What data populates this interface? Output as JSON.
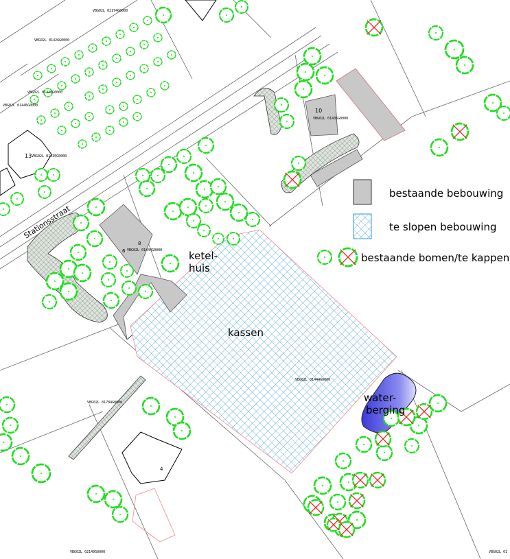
{
  "street_name": "Stationsstraat",
  "labels": {
    "ketelhuis_line1": "ketel-",
    "ketelhuis_line2": "huis",
    "kassen": "kassen",
    "waterberging_line1": "water-",
    "waterberging_line2": "berging"
  },
  "legend": {
    "existing_buildings": "bestaande bebouwing",
    "demolish_buildings": "te slopen bebouwing",
    "trees": "bestaande bomen/te kappen"
  },
  "house_numbers": [
    "13",
    "10",
    "8",
    "6",
    "4"
  ],
  "parcel_codes": [
    "VBG02L 02174G0000",
    "VBG02L 01426G0000",
    "VBG02L 01440G0000",
    "VBG02L 01446G0000",
    "VBG02L 01435G0000",
    "VBG02L 01436G0000",
    "VBG02L 01444G0000",
    "VBG02L 01784G0000",
    "VBG02L 02149G0000",
    "VBG02L 01"
  ],
  "colors": {
    "tree": "#22dd22",
    "cut": "#ee2222",
    "building": "#c8c8c8",
    "demolish": "#3399dd",
    "water": "#4444dd"
  }
}
